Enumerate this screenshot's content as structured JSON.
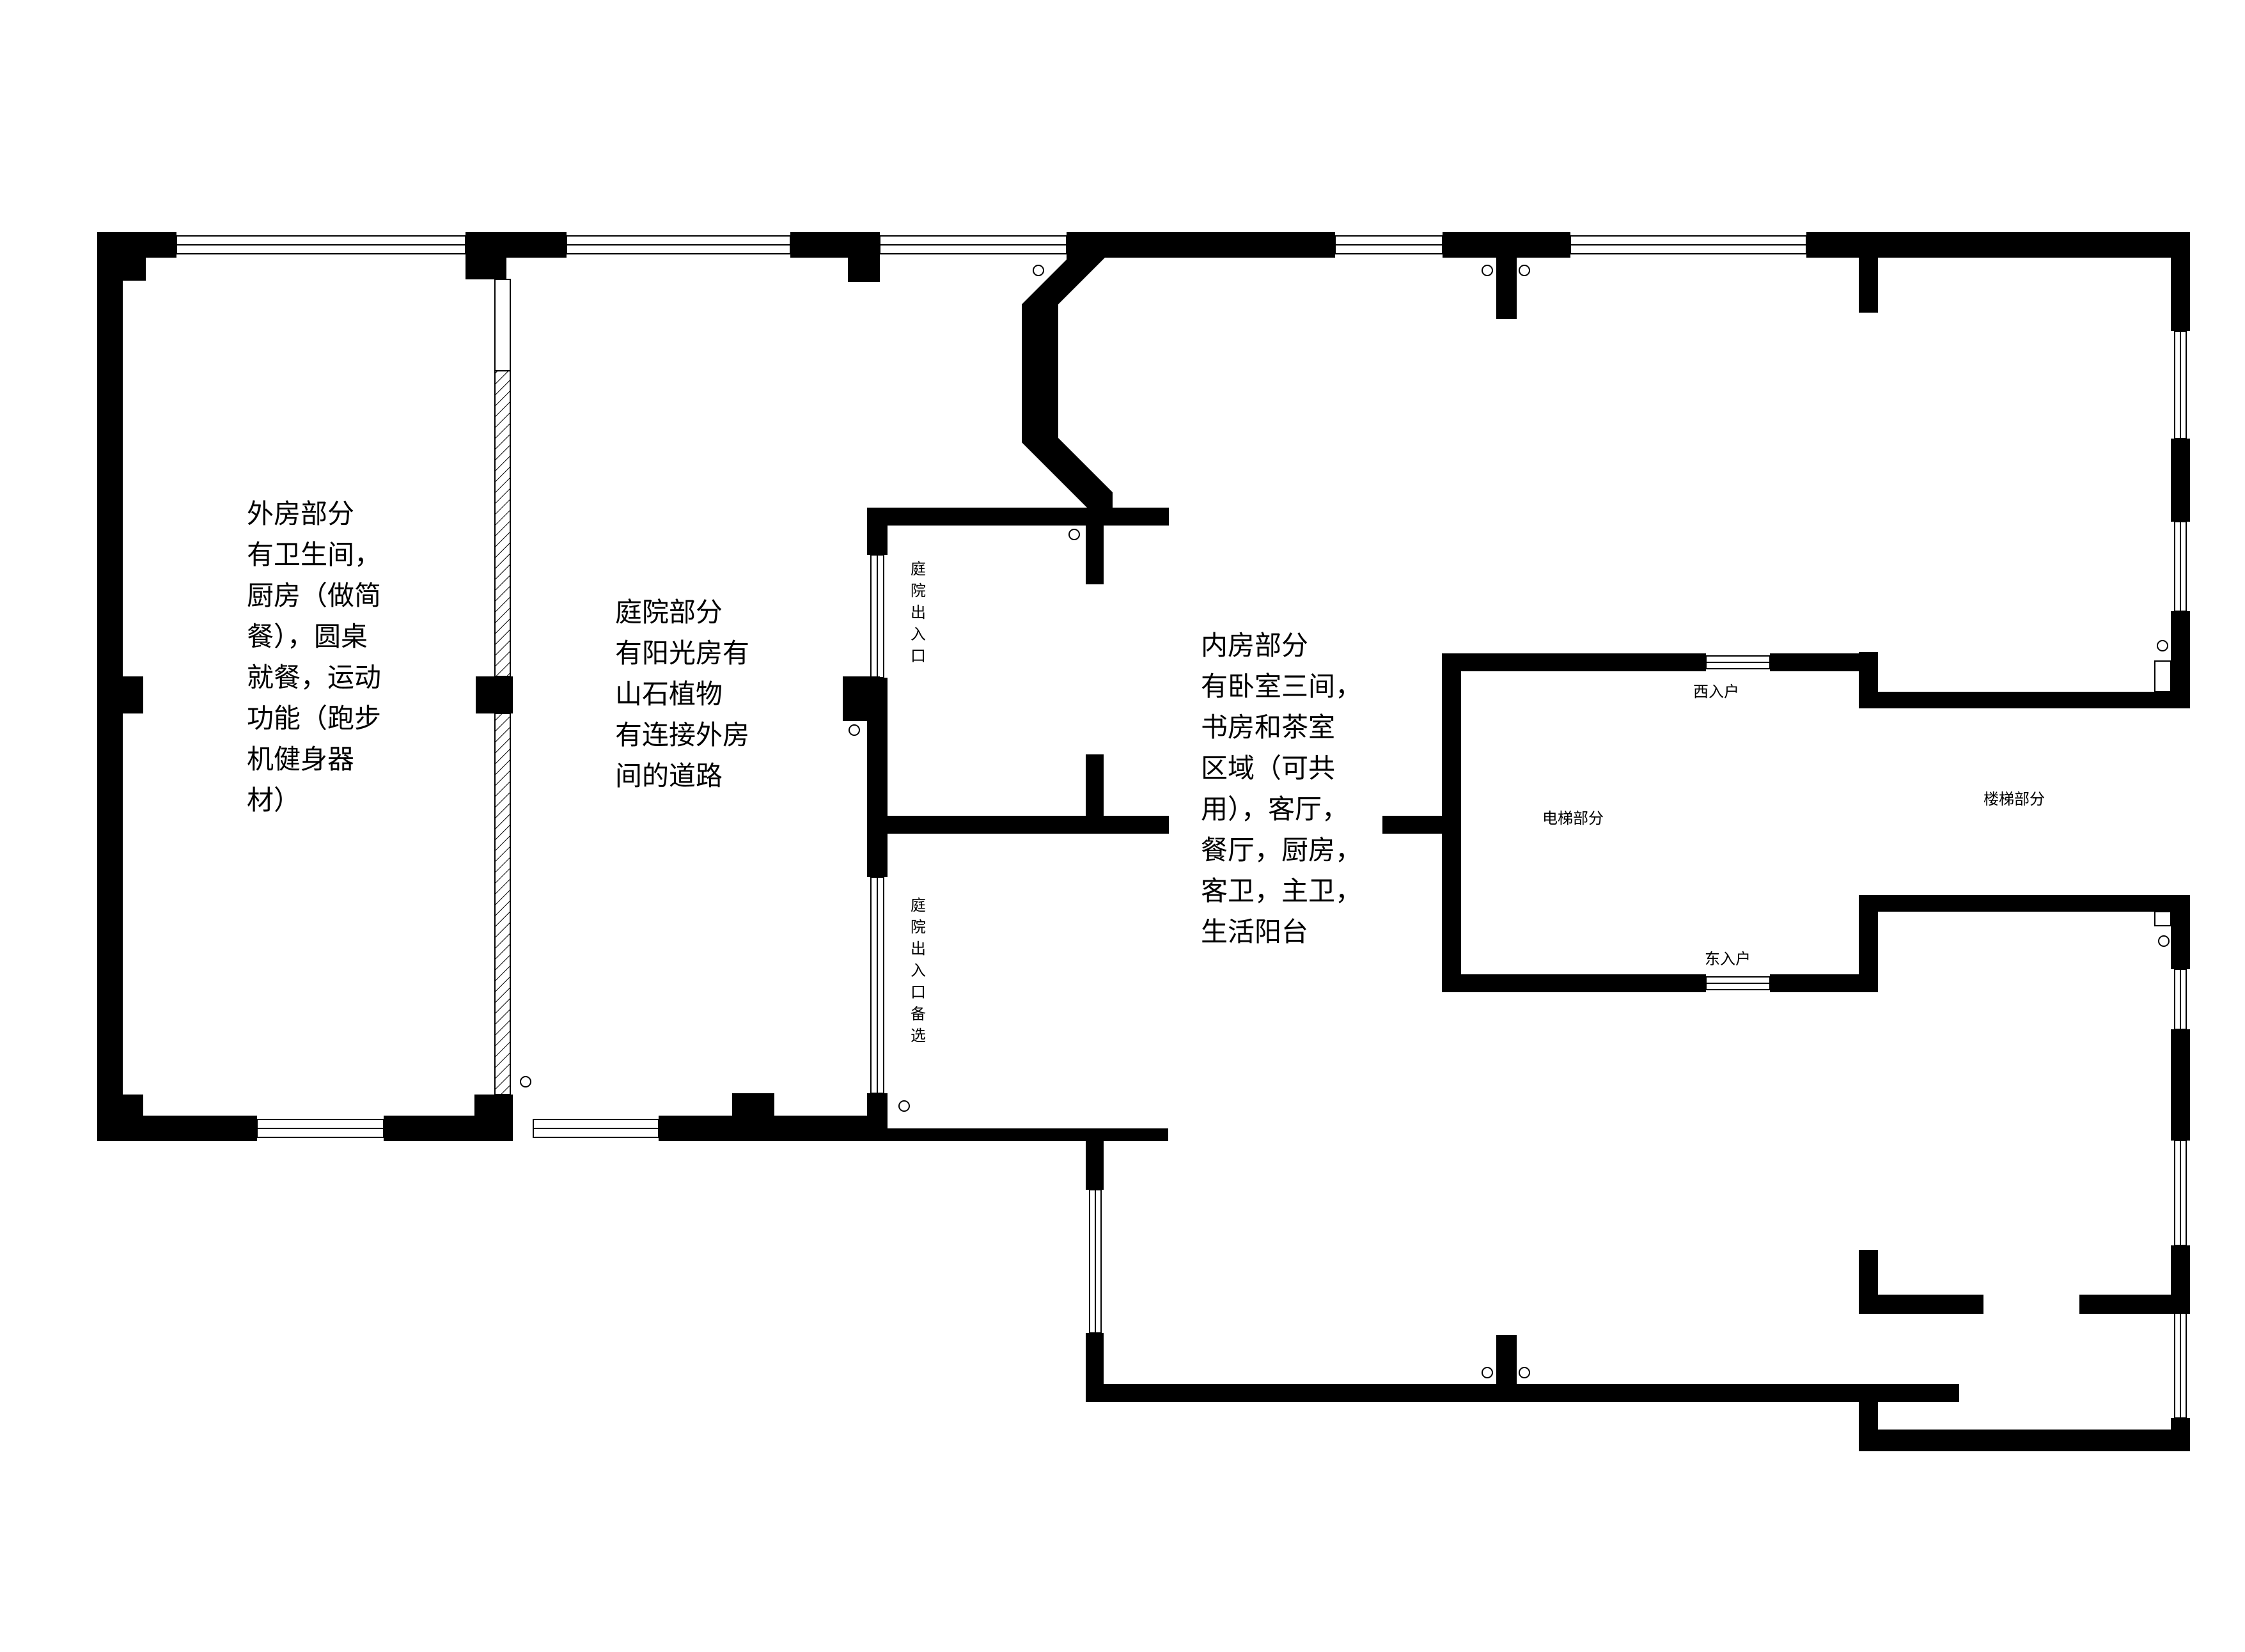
{
  "labels": {
    "outer_house": [
      "外房部分",
      "有卫生间，",
      "厨房（做简",
      "餐），圆桌",
      "就餐，运动",
      "功能（跑步",
      "机健身器",
      "材）"
    ],
    "courtyard": [
      "庭院部分",
      "有阳光房有",
      "山石植物",
      "有连接外房",
      "间的道路"
    ],
    "inner_house": [
      "内房部分",
      "有卧室三间，",
      "书房和茶室",
      "区域（可共",
      "用），客厅，",
      "餐厅，厨房，",
      "客卫，主卫，",
      "生活阳台"
    ],
    "courtyard_entrance": "庭院出入口",
    "courtyard_entrance_alt": "庭院出入口备选",
    "elevator": "电梯部分",
    "stairs": "楼梯部分",
    "west_entry": "西入户",
    "east_entry": "东入户"
  },
  "colors": {
    "wall": "#000000",
    "background": "#ffffff"
  }
}
